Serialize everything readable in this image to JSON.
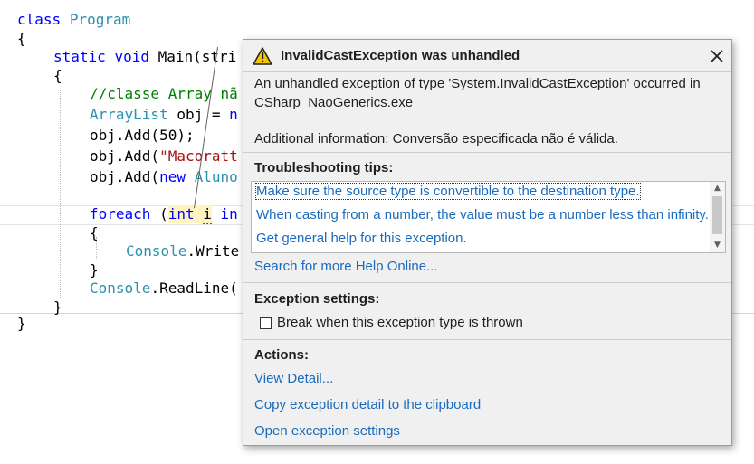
{
  "code": {
    "line1": {
      "kw": "class",
      "type": "Program"
    },
    "brace_open_1": "{",
    "line3": {
      "kw1": "static",
      "kw2": "void",
      "text": "Main(stri"
    },
    "brace_open_2": "{",
    "comment": "//classe Array nã",
    "line6": {
      "type": "ArrayList",
      "text": " obj = ",
      "kw": "n"
    },
    "line7": "obj.Add(50);",
    "line8": {
      "text": "obj.Add(",
      "str": "\"Macoratt"
    },
    "line9": {
      "text": "obj.Add(",
      "kw": "new",
      "type": "Aluno"
    },
    "line11": {
      "kw": "foreach",
      "paren": " (",
      "hl_kw": "int",
      "hl_var": "i",
      "kw2": "in"
    },
    "brace_open_3": "{",
    "line13": {
      "type": "Console",
      "text": ".Write"
    },
    "brace_close_3": "}",
    "line15": {
      "type": "Console",
      "text": ".ReadLine("
    },
    "brace_close_2": "}",
    "brace_close_1": "}"
  },
  "popup": {
    "title": "InvalidCastException was unhandled",
    "message_line1": "An unhandled exception of type 'System.InvalidCastException' occurred in",
    "message_line2": "CSharp_NaoGenerics.exe",
    "additional_info": "Additional information: Conversão especificada não é válida.",
    "troubleshooting_title": "Troubleshooting tips:",
    "tips": [
      "Make sure the source type is convertible to the destination type.",
      "When casting from a number, the value must be a number less than infinity.",
      "Get general help for this exception."
    ],
    "search_link": "Search for more Help Online...",
    "exception_settings_title": "Exception settings:",
    "break_checkbox_label": "Break when this exception type is thrown",
    "break_checkbox_checked": false,
    "actions_title": "Actions:",
    "actions": [
      "View Detail...",
      "Copy exception detail to the clipboard",
      "Open exception settings"
    ]
  },
  "icons": {
    "warning": "warning-triangle-icon",
    "close": "close-icon",
    "scroll_up": "chevron-up-icon",
    "scroll_down": "chevron-down-icon"
  },
  "colors": {
    "link": "#1a6bbd",
    "keyword": "#0000ff",
    "type": "#2b91af",
    "comment": "#008000",
    "string": "#a31515",
    "warning": "#f5c400"
  }
}
